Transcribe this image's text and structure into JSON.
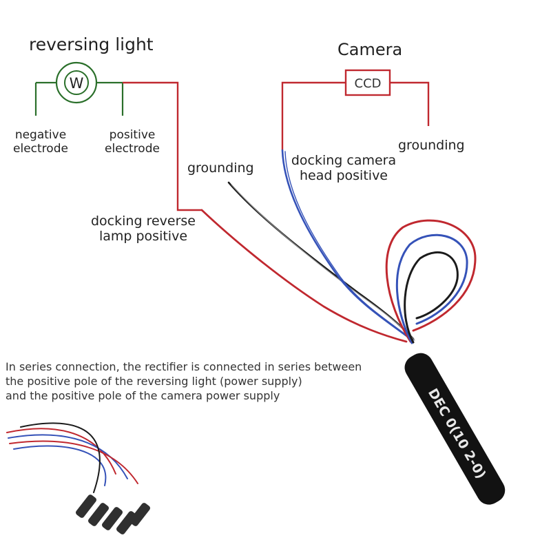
{
  "reversing_light": {
    "title": "reversing light",
    "symbol": "W",
    "negative_label": [
      "negative",
      "electrode"
    ],
    "positive_label": [
      "positive",
      "electrode"
    ]
  },
  "camera": {
    "title": "Camera",
    "ccd": "CCD",
    "grounding": "grounding",
    "head_positive": [
      "docking camera",
      "head positive"
    ]
  },
  "wires": {
    "grounding": "grounding",
    "reverse_lamp": [
      "docking reverse",
      "lamp positive"
    ]
  },
  "rectifier_marking": "DEC 0(10 2-0)",
  "note": [
    "In series connection, the rectifier is connected in series between",
    "the positive pole of the reversing light (power supply)",
    "and the positive pole of the camera power supply"
  ],
  "colors": {
    "positive_wire": "#c0282f",
    "ground_wire": "#2a6f2a",
    "camera_wire": "#3552b8",
    "black_wire": "#1b1b1b",
    "rectifier_body": "#121212"
  }
}
